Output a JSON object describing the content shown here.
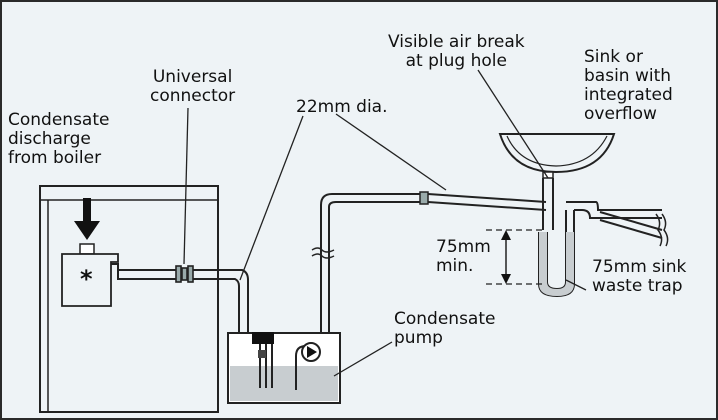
{
  "labels": {
    "condensate_discharge": "Condensate\ndischarge\nfrom boiler",
    "universal_connector": "Universal\nconnector",
    "pipe_diameter": "22mm dia.",
    "air_break": "Visible air break\nat plug hole",
    "sink": "Sink or\nbasin with\nintegrated\noverflow",
    "trap_height": "75mm\nmin.",
    "sink_trap": "75mm sink\nwaste trap",
    "condensate_pump": "Condensate\npump",
    "trap_marker": "*"
  }
}
